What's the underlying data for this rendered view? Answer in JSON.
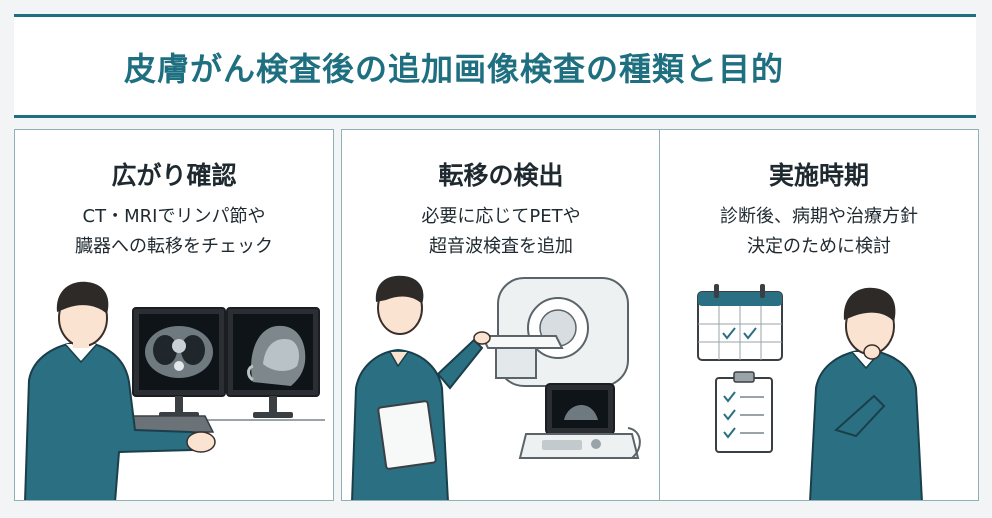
{
  "title": "皮膚がん検査後の追加画像検査の種類と目的",
  "cards": [
    {
      "title": "広がり確認",
      "desc": [
        "CT・MRIでリンパ節や",
        "臓器への転移をチェック"
      ]
    },
    {
      "title": "転移の検出",
      "desc": [
        "必要に応じてPETや",
        "超音波検査を追加"
      ]
    },
    {
      "title": "実施時期",
      "desc": [
        "診断後、病期や治療方針",
        "決定のために検討"
      ]
    }
  ],
  "colors": {
    "accent": "#1e6f80",
    "person_shirt": "#2a6f82",
    "border": "#8fb0b8"
  }
}
